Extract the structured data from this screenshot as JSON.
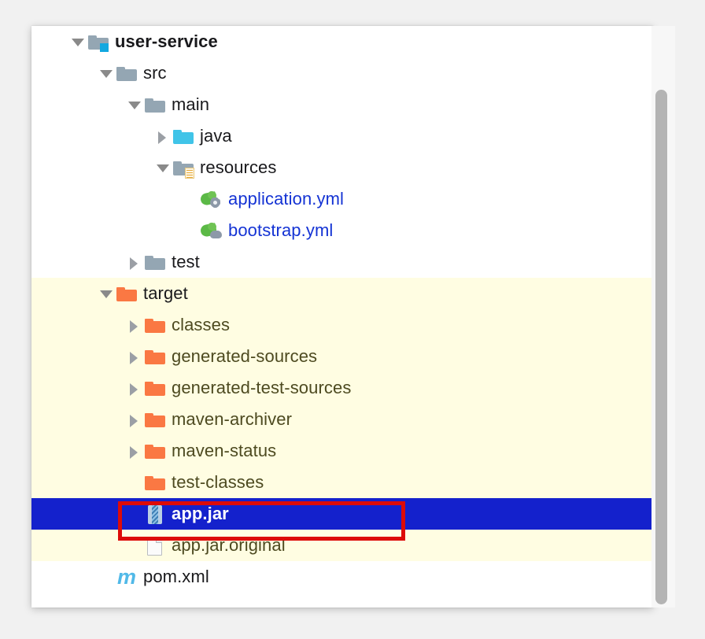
{
  "panel": {
    "name": "project-tree-panel",
    "background": "#ffffff",
    "highlight_background": "#fffde2",
    "selection_background": "#1421cc",
    "annotation_color": "#dd0b08"
  },
  "tree": {
    "rows": [
      {
        "id": "user-service",
        "label": "user-service",
        "indent": 0,
        "twisty": "down",
        "icon": "module-folder-icon",
        "style": "bold",
        "highlight": "none"
      },
      {
        "id": "src",
        "label": "src",
        "indent": 1,
        "twisty": "down",
        "icon": "folder-gray-icon",
        "style": "normal",
        "highlight": "none"
      },
      {
        "id": "main",
        "label": "main",
        "indent": 2,
        "twisty": "down",
        "icon": "folder-gray-icon",
        "style": "normal",
        "highlight": "none"
      },
      {
        "id": "java",
        "label": "java",
        "indent": 3,
        "twisty": "right",
        "icon": "folder-sources-icon",
        "style": "normal",
        "highlight": "none"
      },
      {
        "id": "resources",
        "label": "resources",
        "indent": 3,
        "twisty": "down",
        "icon": "folder-resources-icon",
        "style": "normal",
        "highlight": "none"
      },
      {
        "id": "application-yml",
        "label": "application.yml",
        "indent": 4,
        "twisty": "none",
        "icon": "spring-config-icon",
        "style": "link",
        "highlight": "none"
      },
      {
        "id": "bootstrap-yml",
        "label": "bootstrap.yml",
        "indent": 4,
        "twisty": "none",
        "icon": "spring-cloud-config-icon",
        "style": "link",
        "highlight": "none"
      },
      {
        "id": "test",
        "label": "test",
        "indent": 2,
        "twisty": "right",
        "icon": "folder-gray-icon",
        "style": "normal",
        "highlight": "none"
      },
      {
        "id": "target",
        "label": "target",
        "indent": 1,
        "twisty": "down",
        "icon": "folder-excluded-icon",
        "style": "normal",
        "highlight": "yellow"
      },
      {
        "id": "classes",
        "label": "classes",
        "indent": 2,
        "twisty": "right",
        "icon": "folder-excluded-icon",
        "style": "olive",
        "highlight": "yellow"
      },
      {
        "id": "generated-sources",
        "label": "generated-sources",
        "indent": 2,
        "twisty": "right",
        "icon": "folder-excluded-icon",
        "style": "olive",
        "highlight": "yellow"
      },
      {
        "id": "generated-test-sources",
        "label": "generated-test-sources",
        "indent": 2,
        "twisty": "right",
        "icon": "folder-excluded-icon",
        "style": "olive",
        "highlight": "yellow"
      },
      {
        "id": "maven-archiver",
        "label": "maven-archiver",
        "indent": 2,
        "twisty": "right",
        "icon": "folder-excluded-icon",
        "style": "olive",
        "highlight": "yellow"
      },
      {
        "id": "maven-status",
        "label": "maven-status",
        "indent": 2,
        "twisty": "right",
        "icon": "folder-excluded-icon",
        "style": "olive",
        "highlight": "yellow"
      },
      {
        "id": "test-classes",
        "label": "test-classes",
        "indent": 2,
        "twisty": "none",
        "icon": "folder-excluded-icon",
        "style": "olive",
        "highlight": "yellow"
      },
      {
        "id": "app-jar",
        "label": "app.jar",
        "indent": 2,
        "twisty": "none",
        "icon": "archive-jar-icon",
        "style": "selected",
        "highlight": "selected"
      },
      {
        "id": "app-jar-original",
        "label": "app.jar.original",
        "indent": 2,
        "twisty": "none",
        "icon": "file-generic-icon",
        "style": "olive",
        "highlight": "yellow"
      },
      {
        "id": "pom-xml",
        "label": "pom.xml",
        "indent": 1,
        "twisty": "none",
        "icon": "maven-pom-icon",
        "style": "normal",
        "highlight": "none"
      }
    ]
  },
  "scrollbar": {
    "name": "vertical-scrollbar",
    "thumb_color": "#b4b4b4"
  }
}
